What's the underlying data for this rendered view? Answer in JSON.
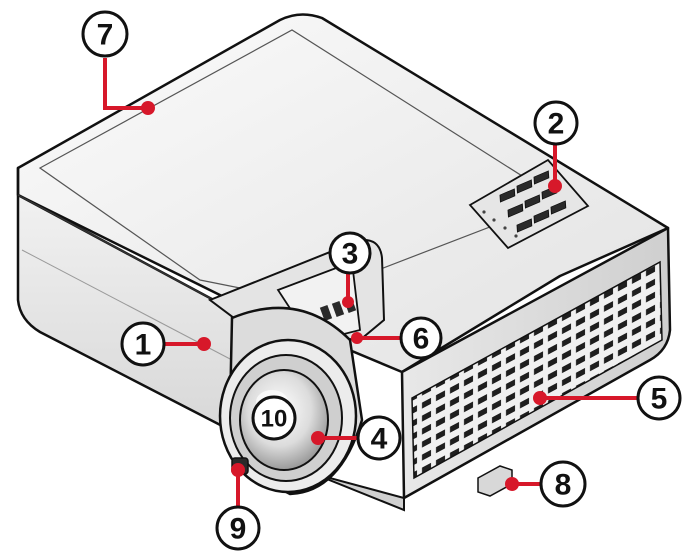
{
  "colors": {
    "body": "#ffffff",
    "outline": "#111111",
    "shade": "#c9c9c9",
    "dark": "#2a2a2a",
    "callout": "#d7182a"
  },
  "callouts": [
    {
      "id": "1",
      "label": "1"
    },
    {
      "id": "2",
      "label": "2"
    },
    {
      "id": "3",
      "label": "3"
    },
    {
      "id": "4",
      "label": "4"
    },
    {
      "id": "5",
      "label": "5"
    },
    {
      "id": "6",
      "label": "6"
    },
    {
      "id": "7",
      "label": "7"
    },
    {
      "id": "8",
      "label": "8"
    },
    {
      "id": "9",
      "label": "9"
    },
    {
      "id": "10",
      "label": "10"
    }
  ]
}
